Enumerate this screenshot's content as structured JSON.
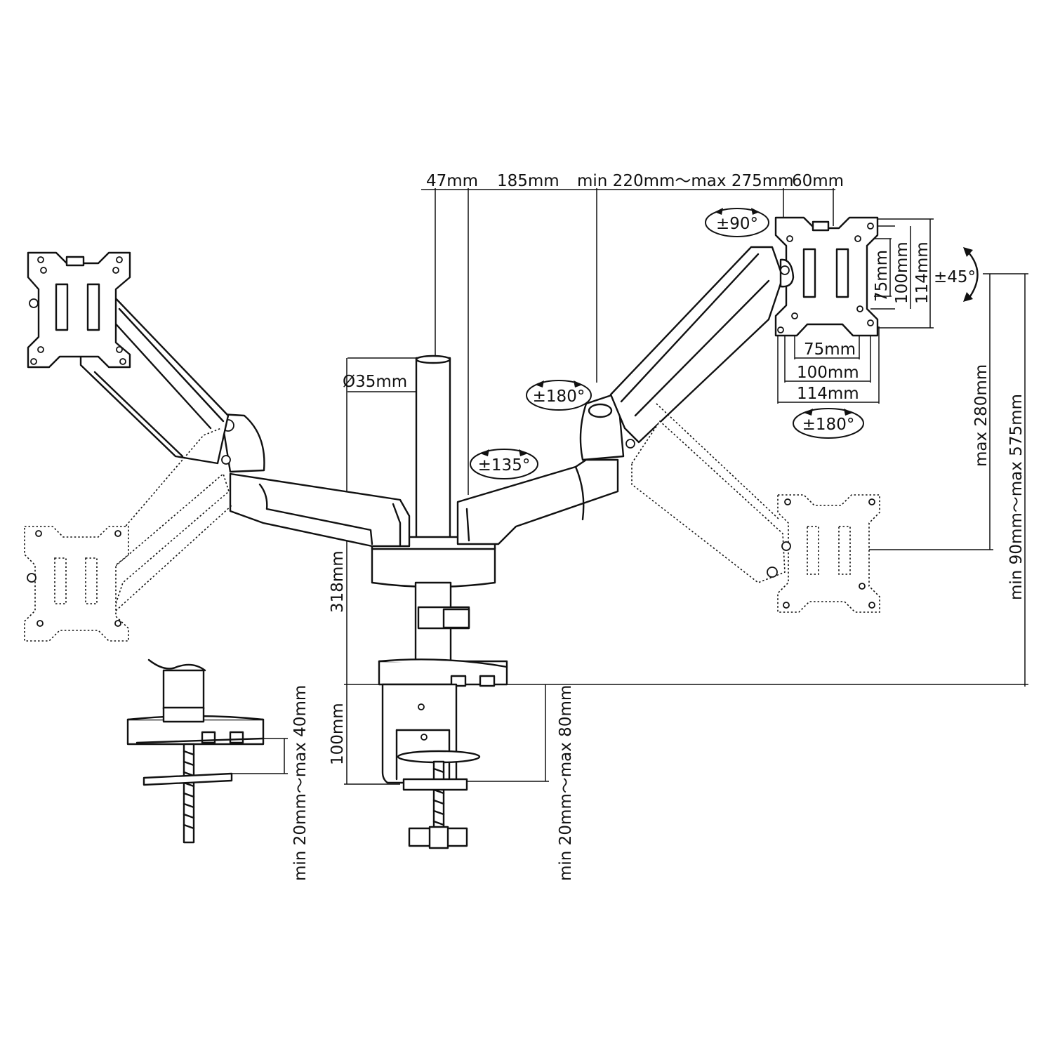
{
  "labels": {
    "post_offset": "47mm",
    "first_arm": "185mm",
    "second_arm": "min 220mm～max 275mm",
    "head_offset": "60mm",
    "pole_diameter": "Ø35mm",
    "pole_height": "318mm",
    "base_height": "100mm",
    "clamp_range": "min 20mm～max 80mm",
    "grommet_range": "min 20mm～max 40mm",
    "lift_range": "max 280mm",
    "height_range": "min 90mm～max 575mm",
    "vesa_v_75": "75mm",
    "vesa_v_100": "100mm",
    "vesa_v_114": "114mm",
    "vesa_h_75": "75mm",
    "vesa_h_100": "100mm",
    "vesa_h_114": "114mm"
  },
  "rotations": {
    "rotate": "±90°",
    "tilt": "±45°",
    "swivel": "±180°",
    "head_pivot": "±180°",
    "arm_pivot": "±135°"
  },
  "colors": {
    "line": "#111111",
    "background": "#ffffff"
  }
}
